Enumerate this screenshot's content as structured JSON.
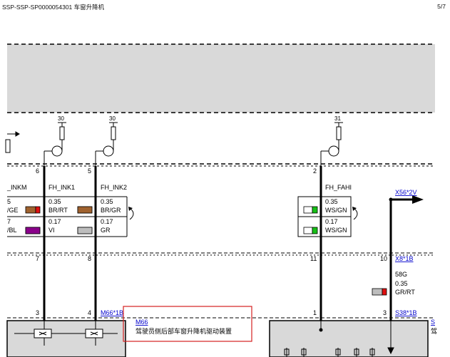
{
  "header": {
    "doc_title": "SSP-SSP-SP0000054301 车窗升降机",
    "page": "5/7"
  },
  "pins_top": {
    "left_partial": "6",
    "ink1": "5",
    "fahi": "2"
  },
  "supply": {
    "ink1": "30",
    "ink2": "30",
    "fahi": "31"
  },
  "signals": {
    "inkm": "_INKM",
    "ink1": "FH_INK1",
    "ink2": "FH_INK2",
    "fahi": "FH_FAHI"
  },
  "wires": {
    "partial_1_size": "5",
    "partial_1_color": "/GE",
    "partial_2_size": "7",
    "partial_2_color": "/BL",
    "ink1_1_size": "0.35",
    "ink1_1_color": "BR/RT",
    "ink1_2_size": "0.17",
    "ink1_2_color": "VI",
    "ink2_1_size": "0.35",
    "ink2_1_color": "BR/GR",
    "ink2_2_size": "0.17",
    "ink2_2_color": "GR",
    "fahi_1_size": "0.35",
    "fahi_1_color": "WS/GN",
    "fahi_2_size": "0.17",
    "fahi_2_color": "WS/GN"
  },
  "connectors": {
    "x56": "X56*2V",
    "x8": "X8*1B",
    "m66_pin": "M66*1B",
    "s38": "S38*1B",
    "pins_mid": {
      "a": "7",
      "b": "8",
      "c": "11",
      "d": "10"
    },
    "pins_bottom": {
      "a": "3",
      "b": "4",
      "c": "1",
      "d": "3"
    }
  },
  "right_wire": {
    "gauge": "58G",
    "size": "0.35",
    "color": "GR/RT"
  },
  "component": {
    "id": "M66",
    "description": "驾驶员侧后部车窗升降机驱动装置"
  },
  "partial_labels": {
    "s_right": "S",
    "s_right2": "驾"
  },
  "colors": {
    "brown": "#a0622e",
    "red": "#e01010",
    "violet": "#8b008b",
    "grey": "#bdbdbd",
    "green": "#16c016",
    "white": "#ffffff",
    "module_fill": "#d9d9d9",
    "highlight_box": "#d42020",
    "link": "#0000cc"
  }
}
